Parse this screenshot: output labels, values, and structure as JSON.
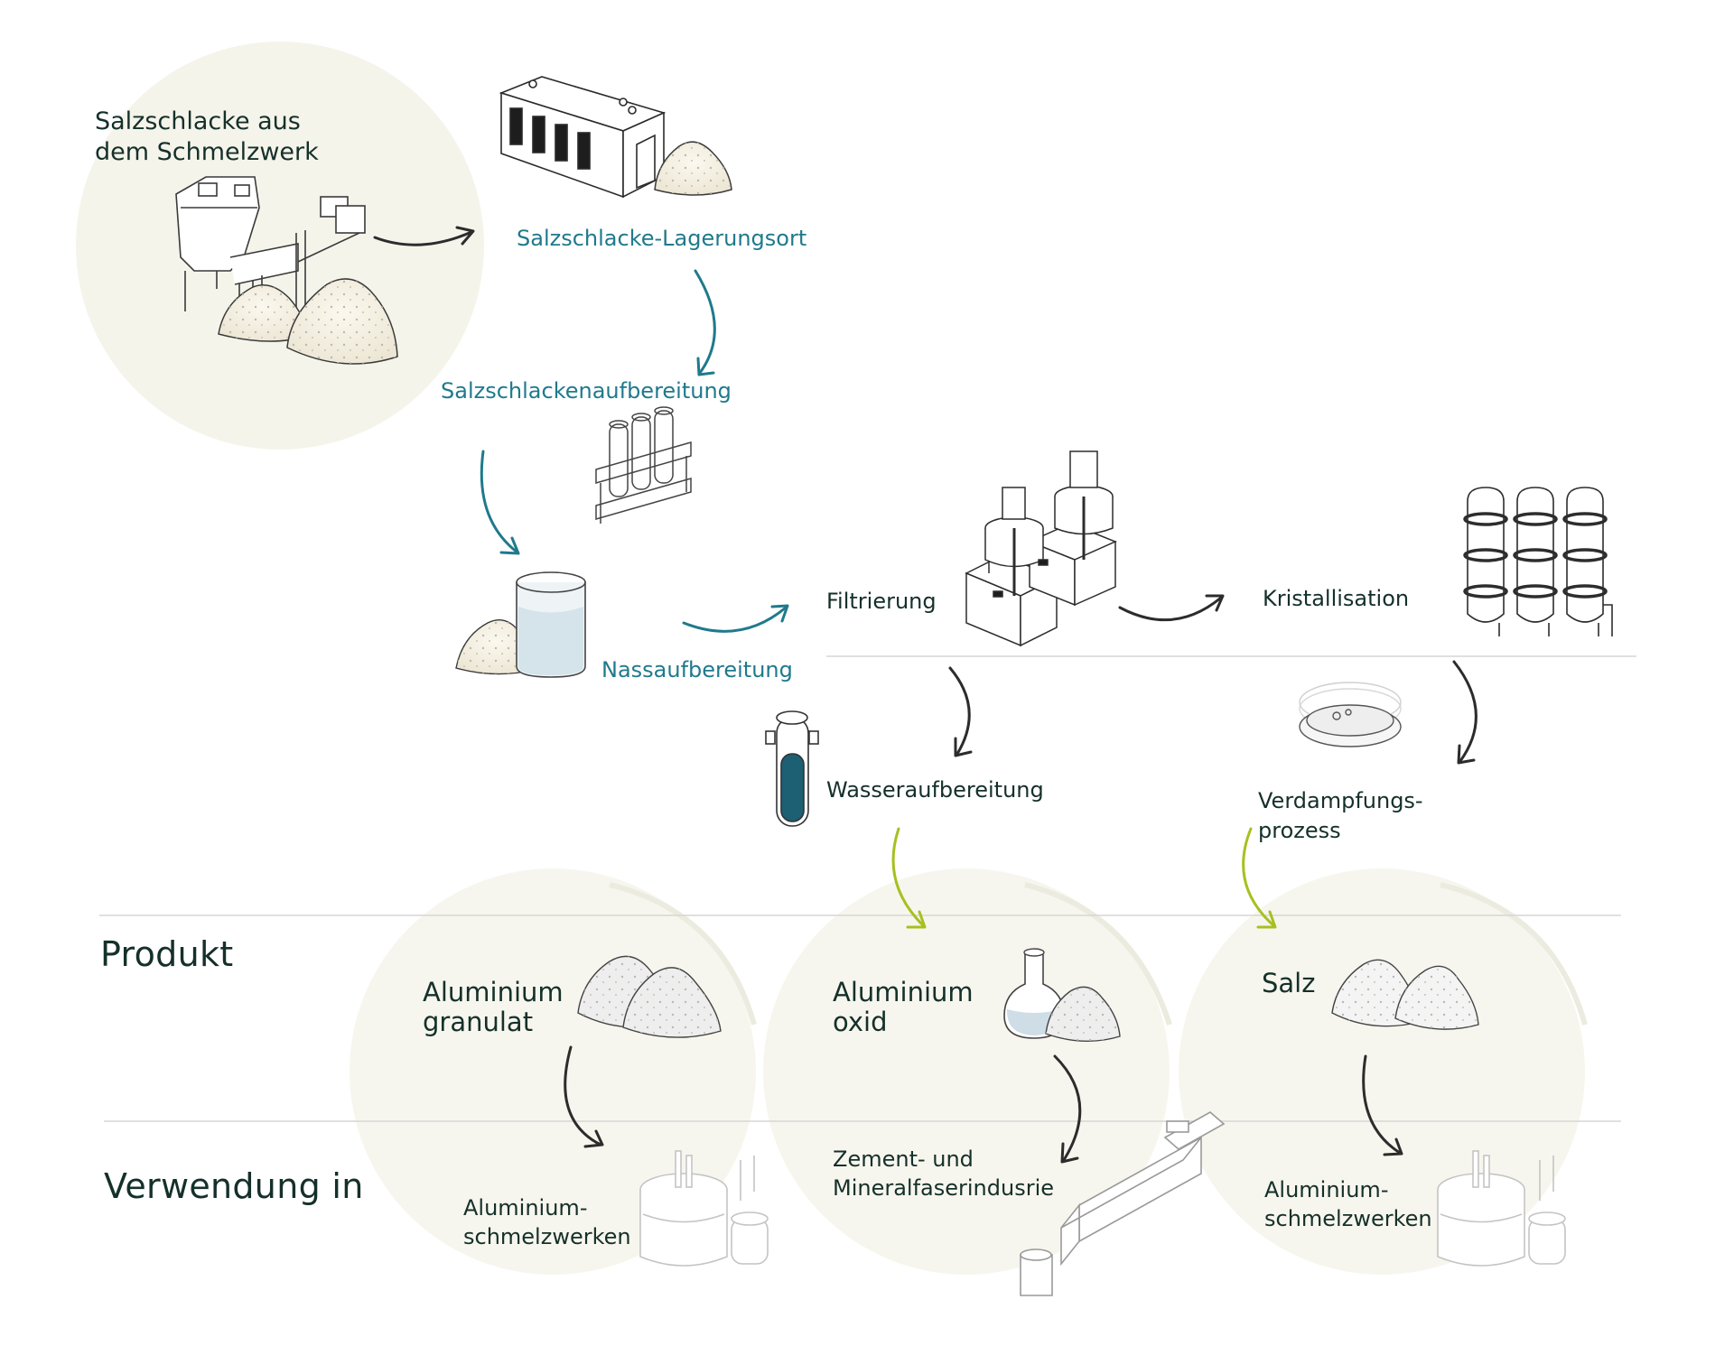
{
  "colors": {
    "ink": "#15302a",
    "teal": "#1f7a8c",
    "lime": "#a7c020",
    "circle": "#f5f4eb",
    "arrow_dark": "#2c2c2c",
    "line": "#cfcfcf"
  },
  "sections": {
    "product": "Produkt",
    "usage": "Verwendung in"
  },
  "steps": {
    "source": {
      "line1": "Salzschlacke aus",
      "line2": "dem Schmelzwerk"
    },
    "storage": "Salzschlacke-Lagerungsort",
    "processing": "Salzschlackenaufbereitung",
    "wet": "Nassaufbereitung",
    "filtration": "Filtrierung",
    "crystallization": "Kristallisation",
    "water": "Wasseraufbereitung",
    "evaporation": {
      "line1": "Verdampfungs-",
      "line2": "prozess"
    }
  },
  "products": [
    {
      "line1": "Aluminium",
      "line2": "granulat"
    },
    {
      "line1": "Aluminium",
      "line2": "oxid"
    },
    {
      "line1": "Salz",
      "line2": ""
    }
  ],
  "usages": [
    {
      "line1": "Aluminium-",
      "line2": "schmelzwerken"
    },
    {
      "line1": "Zement- und",
      "line2": "Mineralfaserindusrie"
    },
    {
      "line1": "Aluminium-",
      "line2": "schmelzwerken"
    }
  ],
  "icons": [
    "smelter-plant-icon",
    "warehouse-icon",
    "test-tubes-icon",
    "beaker-icon",
    "filtration-tanks-icon",
    "crystallizer-icon",
    "petri-dish-icon",
    "water-filter-icon",
    "granulate-pile-icon",
    "flask-icon",
    "salt-pile-icon",
    "furnace-icon",
    "kiln-icon"
  ]
}
